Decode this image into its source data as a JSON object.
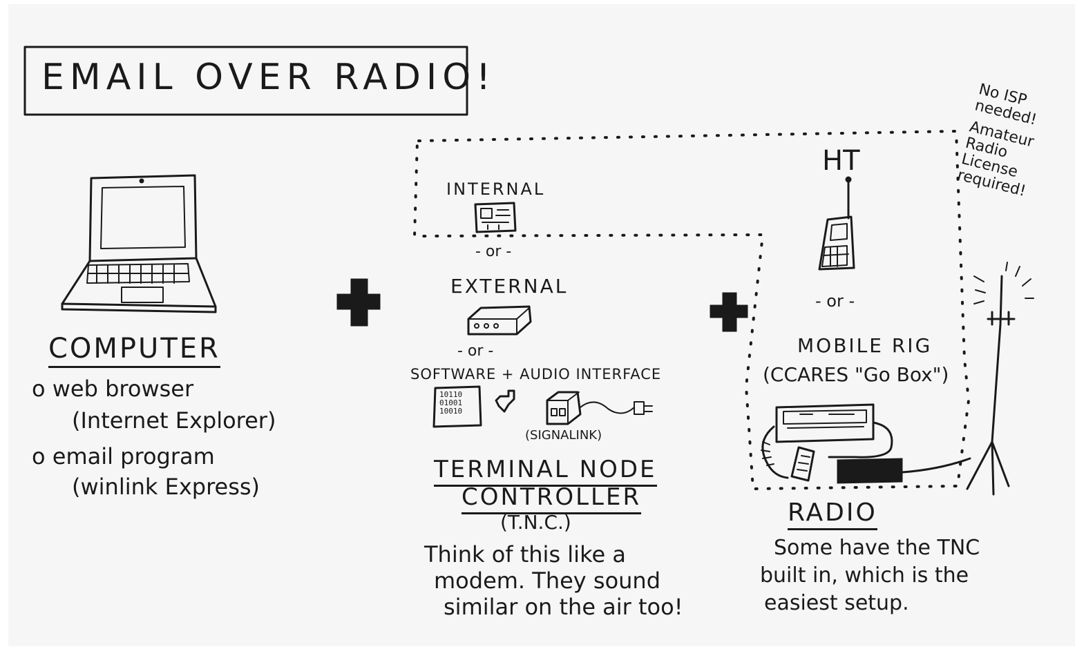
{
  "title": "EMAIL OVER RADIO!",
  "computer": {
    "heading": "COMPUTER",
    "bullet1": "o web browser",
    "bullet1_detail": "(Internet Explorer)",
    "bullet2": "o email program",
    "bullet2_detail": "(winlink Express)"
  },
  "tnc": {
    "internal": "INTERNAL",
    "or1": "- or -",
    "external": "EXTERNAL",
    "or2": "- or -",
    "software": "SOFTWARE + AUDIO INTERFACE",
    "binary": "10110\n01001\n10010",
    "signalink": "(SIGNALINK)",
    "heading_line1": "TERMINAL NODE",
    "heading_line2": "CONTROLLER",
    "abbr": "(T.N.C.)",
    "note_line1": "Think of this like a",
    "note_line2": "modem. They sound",
    "note_line3": "similar on the air too!"
  },
  "radio": {
    "ht": "HT",
    "or": "- or -",
    "mobile_line1": "MOBILE RIG",
    "mobile_line2": "(CCARES \"Go Box\")",
    "heading": "RADIO",
    "note_line1": "Some have the TNC",
    "note_line2": "built in, which is the",
    "note_line3": "easiest setup."
  },
  "side_note": {
    "line1": "No ISP",
    "line2": "needed!",
    "line3": "Amateur",
    "line4": "Radio",
    "line5": "License",
    "line6": "required!"
  },
  "icons": [
    "laptop-icon",
    "plus-icon",
    "internal-card-icon",
    "external-tnc-icon",
    "binary-chip-icon",
    "signalink-icon",
    "handheld-radio-icon",
    "mobile-rig-icon",
    "antenna-icon"
  ]
}
